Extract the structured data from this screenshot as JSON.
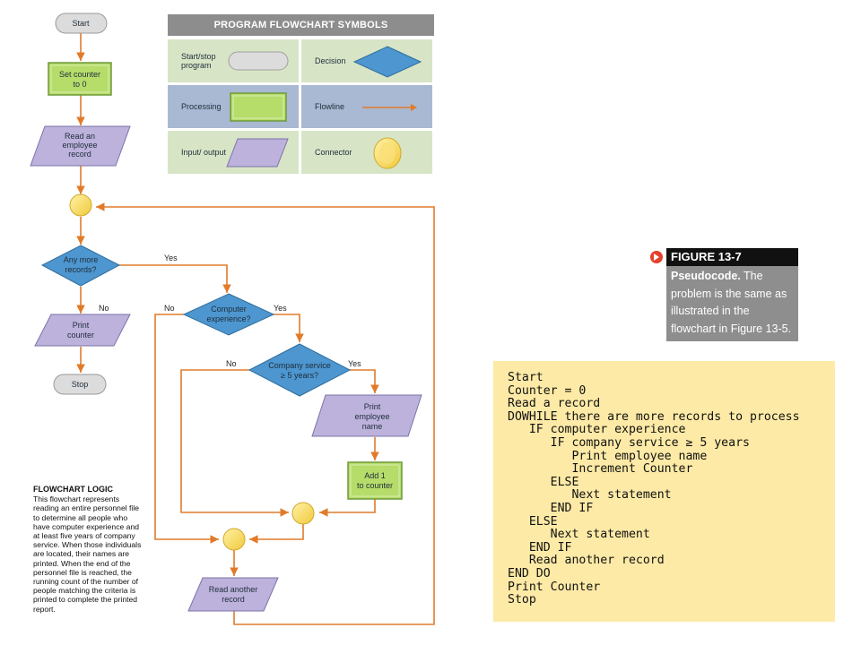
{
  "flowchart": {
    "start": "Start",
    "set_counter": [
      "Set counter",
      "to 0"
    ],
    "read_employee": [
      "Read an",
      "employee",
      "record"
    ],
    "any_more": [
      "Any more",
      "records?"
    ],
    "print_counter": [
      "Print",
      "counter"
    ],
    "stop": "Stop",
    "computer_exp": [
      "Computer",
      "experience?"
    ],
    "company_service": [
      "Company service",
      "≥ 5 years?"
    ],
    "print_name": [
      "Print",
      "employee",
      "name"
    ],
    "add_one": [
      "Add 1",
      "to counter"
    ],
    "read_another": [
      "Read another",
      "record"
    ],
    "labels": {
      "yes1": "Yes",
      "no1": "No",
      "no2": "No",
      "yes2": "Yes",
      "no3": "No",
      "yes3": "Yes"
    }
  },
  "legend": {
    "title": "PROGRAM FLOWCHART SYMBOLS",
    "start_stop": "Start/stop program",
    "decision": "Decision",
    "processing": "Processing",
    "flowline": "Flowline",
    "input_output": "Input/ output",
    "connector": "Connector"
  },
  "logic": {
    "title": "FLOWCHART LOGIC",
    "body": "This flowchart represents reading an entire personnel file to determine all people who have computer experience and at least five years of company service. When those individuals are located, their names are printed. When the end of the personnel file is reached, the running count of the number of people matching the criteria is printed to complete the printed report."
  },
  "figure": {
    "number": "FIGURE 13-7",
    "bold_lead": "Pseudocode.",
    "text": " The problem is the same as illustrated in the flowchart in Figure 13-5."
  },
  "pseudocode": [
    "Start",
    "Counter = 0",
    "Read a record",
    "DOWHILE there are more records to process",
    "   IF computer experience",
    "      IF company service ≥ 5 years",
    "         Print employee name",
    "         Increment Counter",
    "      ELSE",
    "         Next statement",
    "      END IF",
    "   ELSE",
    "      Next statement",
    "   END IF",
    "   Read another record",
    "END DO",
    "Print Counter",
    "Stop"
  ],
  "colors": {
    "flowline": "#e07b2a",
    "processing": "#b6dc6a",
    "io": "#bcb2dc",
    "decision": "#4d96cf",
    "terminal": "#dcdcdc",
    "connector": "#f5d65a",
    "code_bg": "#fdeaa6"
  }
}
